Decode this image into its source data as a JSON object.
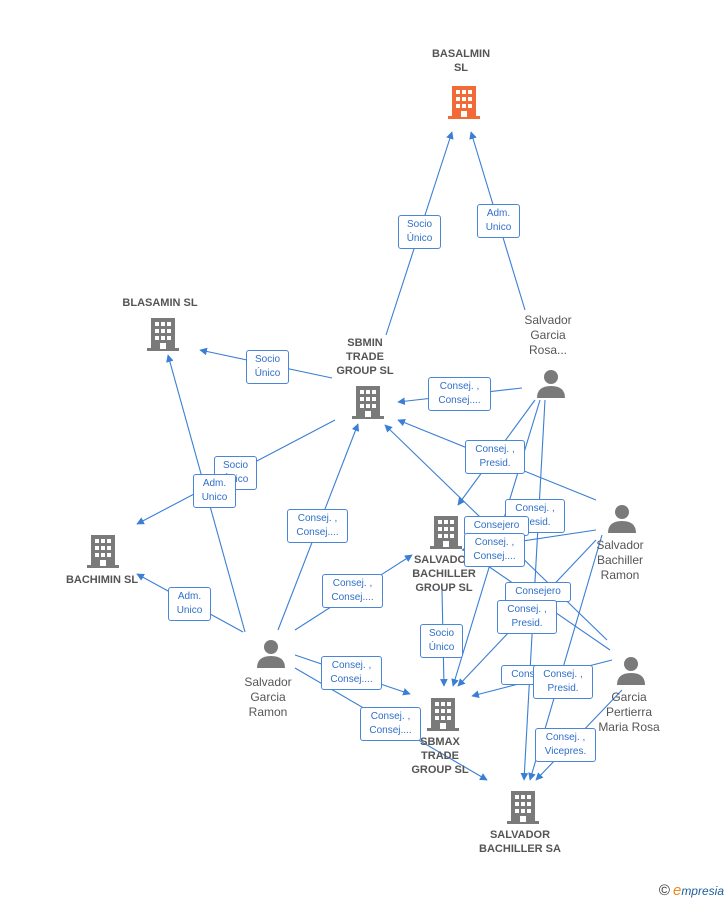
{
  "nodes": {
    "basalmin": {
      "label": "BASALMIN\nSL",
      "color": "#f26a35"
    },
    "blasamin": {
      "label": "BLASAMIN  SL"
    },
    "sbmin": {
      "label": "SBMIN\nTRADE\nGROUP  SL"
    },
    "bachimin": {
      "label": "BACHIMIN SL"
    },
    "sb_group": {
      "label": "SALVADOR\nBACHILLER\nGROUP  SL"
    },
    "sbmax": {
      "label": "SBMAX\nTRADE\nGROUP  SL"
    },
    "sb_sa": {
      "label": "SALVADOR\nBACHILLER SA"
    },
    "sgr_rosa": {
      "label": "Salvador\nGarcia\nRosa..."
    },
    "sb_ramon": {
      "label": "Salvador\nBachiller\nRamon"
    },
    "sg_ramon": {
      "label": "Salvador\nGarcia\nRamon"
    },
    "gp_rosa": {
      "label": "Garcia\nPertierra\nMaria Rosa"
    }
  },
  "edge_labels": {
    "e1": "Socio\nÚnico",
    "e2": "Adm.\nUnico",
    "e3": "Socio\nÚnico",
    "e4": "Consej. ,\nConsej....",
    "e5": "Consej. ,\nPresid.",
    "e6": "Socio\nÚnico",
    "e7": "Adm.\nUnico",
    "e8": "Consej. ,\nConsej....",
    "e9": "Adm.\nUnico",
    "e10": "Consej. ,\nConsej....",
    "e11": "Consej. ,\nPresid.",
    "e12": "Consejero",
    "e13": "Consej. ,\nConsej....",
    "e14": "Consejero",
    "e15": "Consej. ,\nPresid.",
    "e16": "Socio\nÚnico",
    "e17": "Consej. ,\nConsej....",
    "e18": "Consej. ,\nConsej....",
    "e19": "Consejero",
    "e20": "Consej. ,\nPresid.",
    "e21": "Consej. ,\nVicepres."
  },
  "colors": {
    "edge": "#3a7fd5",
    "company": "#7a7a7a",
    "highlight": "#f26a35"
  },
  "footer": {
    "copyright": "©",
    "brand_e": "e",
    "brand_rest": "mpresia"
  }
}
